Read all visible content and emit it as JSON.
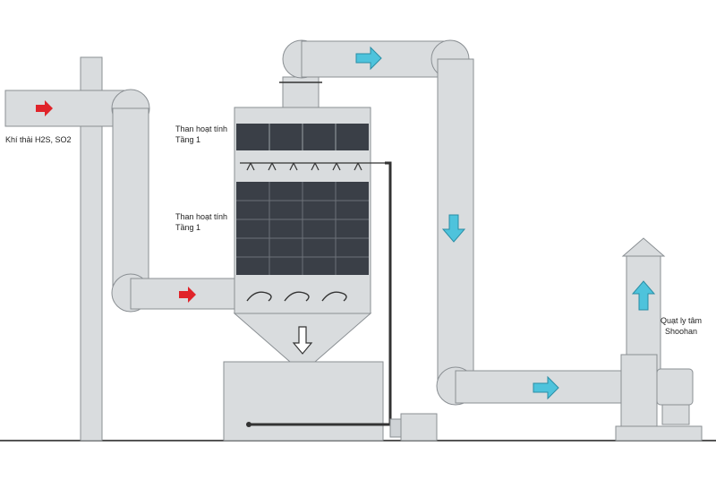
{
  "diagram": {
    "labels": {
      "inlet_gas": "Khí thải H2S, SO2",
      "carbon_layer_top": {
        "line1": "Than hoạt tính",
        "line2": "Tầng 1"
      },
      "carbon_layer_bottom": {
        "line1": "Than hoạt tính",
        "line2": "Tầng 1"
      },
      "fan": {
        "line1": "Quạt ly tâm",
        "line2": "Shoohan"
      }
    },
    "colors": {
      "pipe_fill": "#d9dcde",
      "pipe_stroke": "#8a8f93",
      "carbon_fill": "#3a3f47",
      "arrow_red": "#e0242a",
      "arrow_cyan": "#4ec3dc",
      "ground": "#666666"
    },
    "icons": [
      "red-flow-arrow",
      "cyan-flow-arrow",
      "down-outline-arrow",
      "swirl-arrow",
      "spray-nozzle"
    ]
  }
}
